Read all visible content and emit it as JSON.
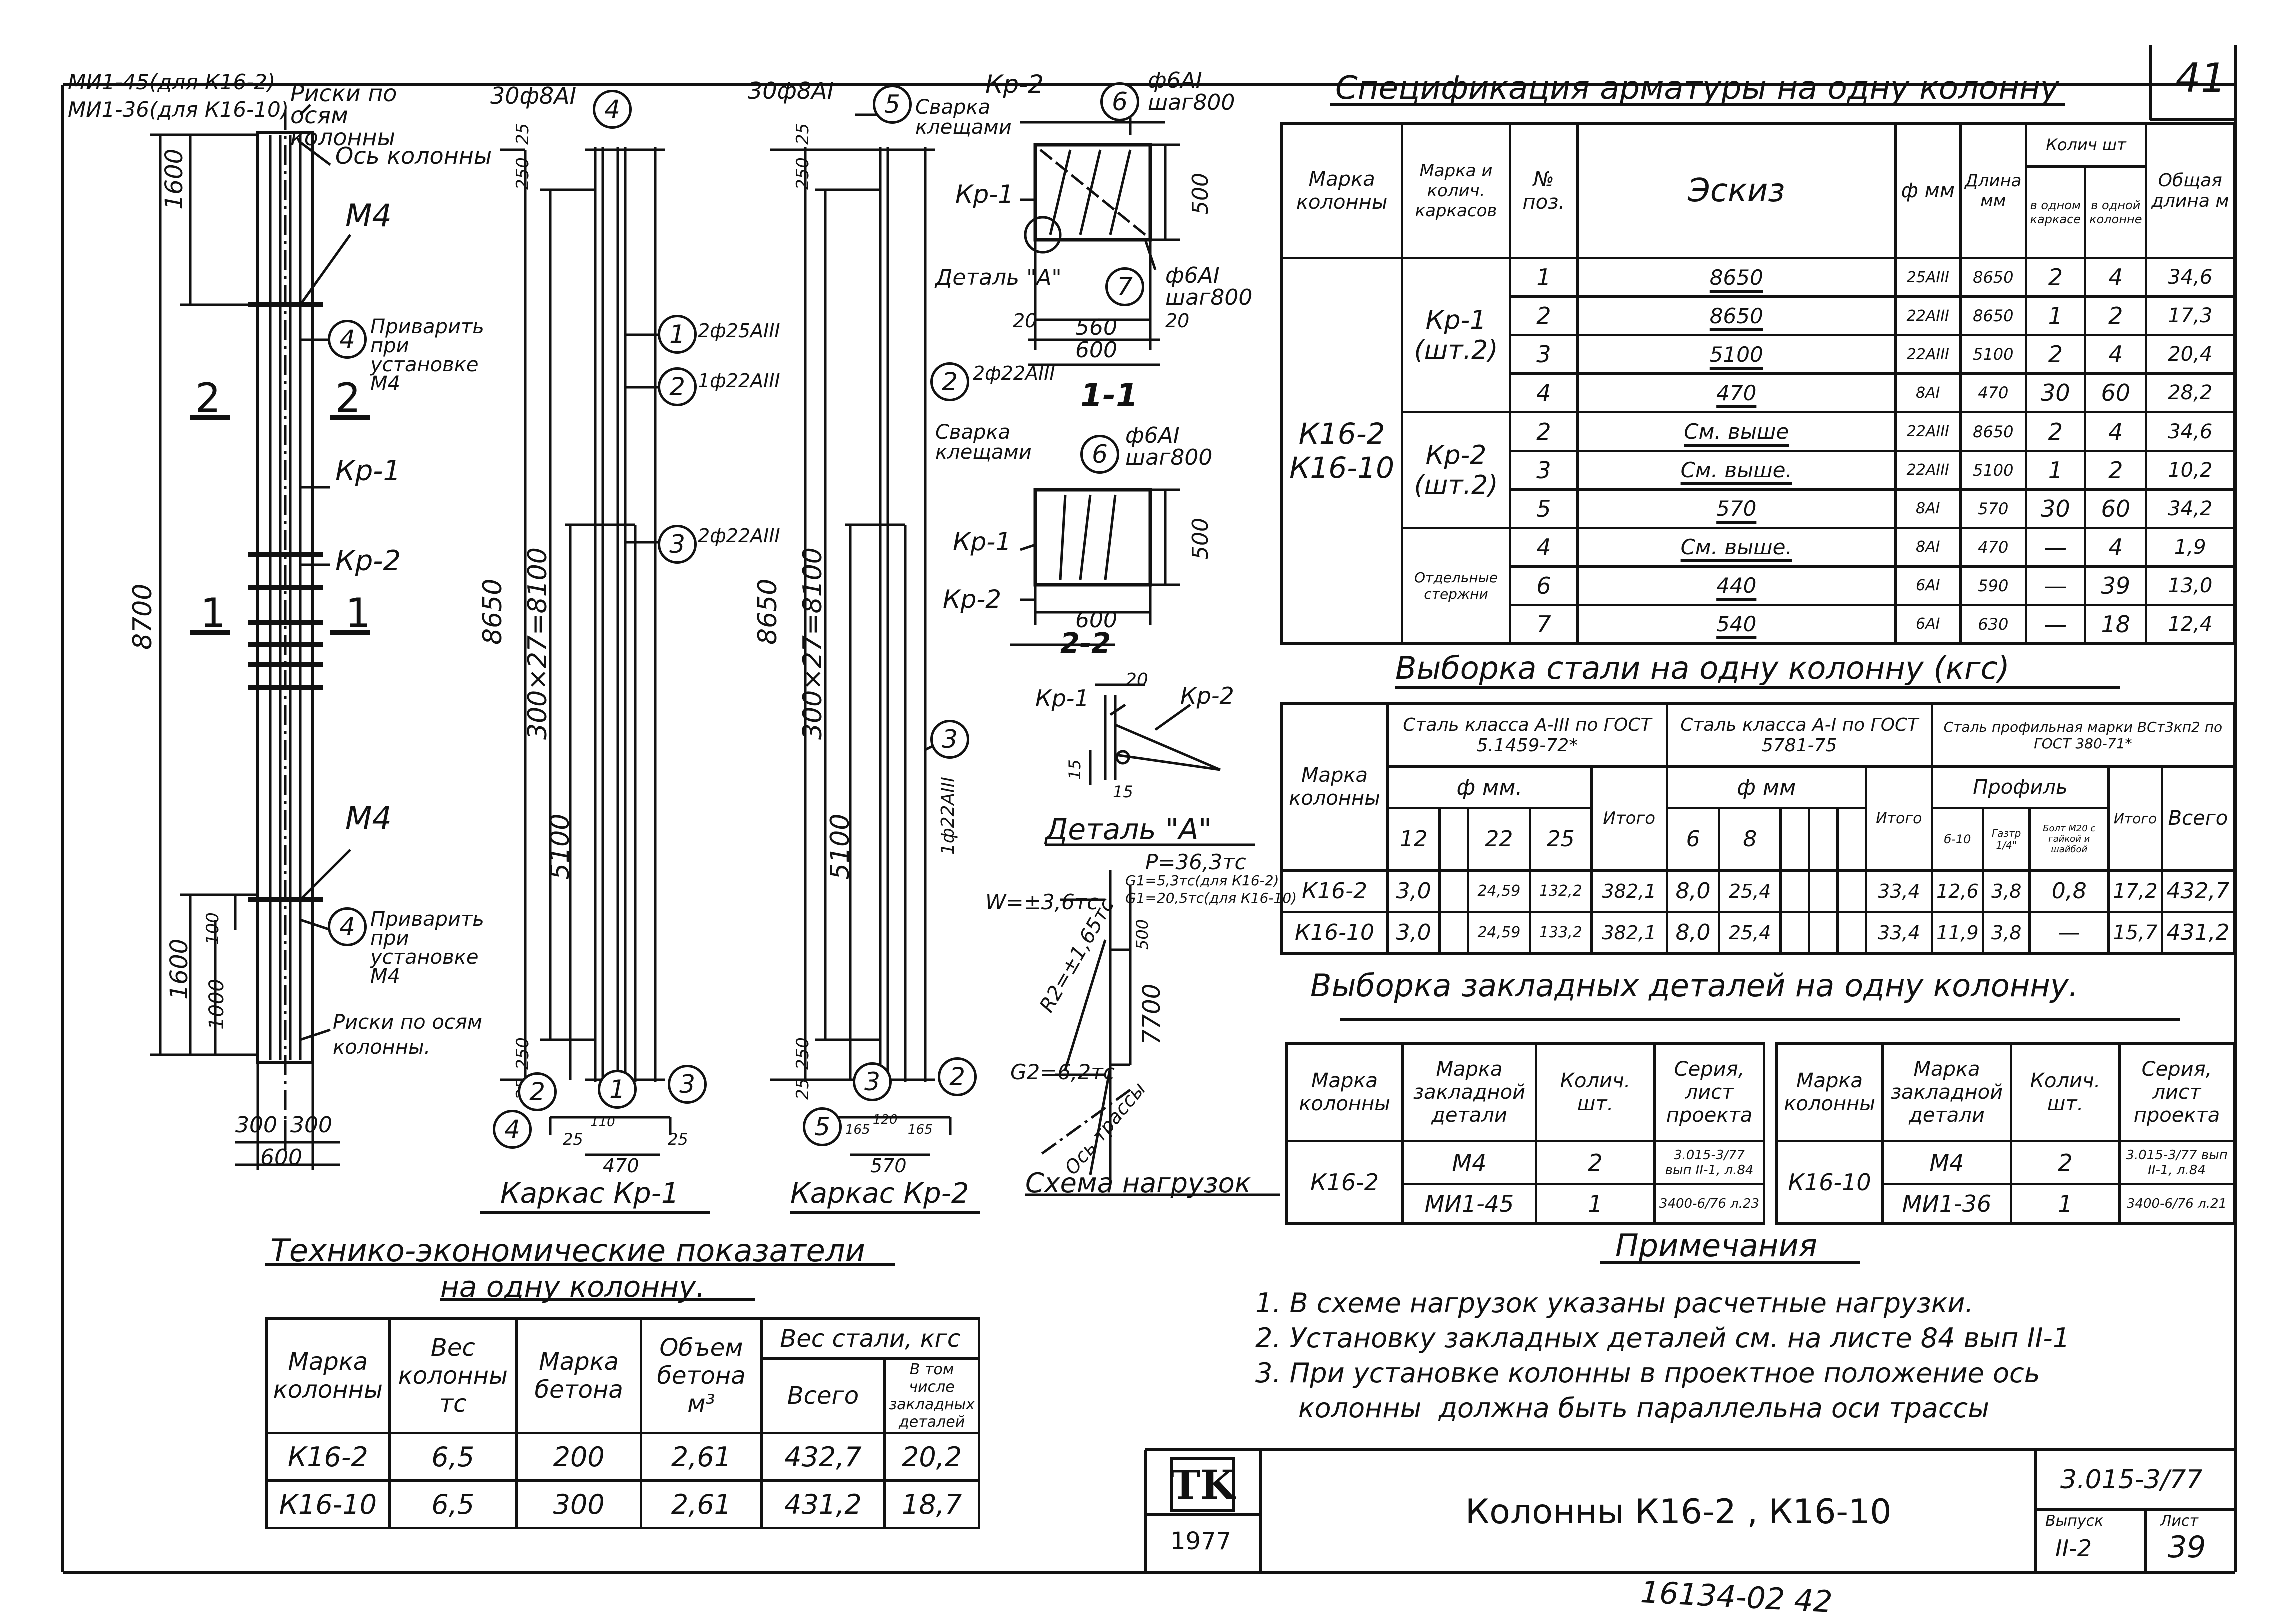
{
  "sheet": {
    "page_number": "41",
    "footer_handwritten": "16134-02  42",
    "stamp_org": "TK",
    "stamp_year": "1977",
    "title": "Колонны К16-2 , К16-10",
    "series": "3.015-3/77",
    "issue_label": "Выпуск",
    "issue_value": "II-2",
    "sheet_label": "Лист",
    "sheet_value": "39"
  },
  "column_elevation": {
    "mark_1": "МИ1-45(для К16-2)",
    "mark_2": "МИ1-36(для К16-10)",
    "risks_top": "Риски по осям колонны",
    "axis": "Ось колонны",
    "m4_top": "М4",
    "weld_top": "Приварить при установке М4",
    "section_2": "2",
    "section_1": "1",
    "kr1": "Кр-1",
    "kr2": "Кр-2",
    "dim_1600_top": "1600",
    "dim_8700": "8700",
    "m4_bottom": "М4",
    "weld_bottom": "Приварить при установке М4",
    "risks_bottom": "Риски по осям колонны.",
    "dim_1600_bot": "1600",
    "dim_1000": "1000",
    "dim_100": "100",
    "dim_300a": "300",
    "dim_300b": "300",
    "dim_600": "600",
    "ref_4": "4"
  },
  "cage1": {
    "title": "Каркас Кр-1",
    "top_bar": "30ф8АI",
    "dim_8650": "8650",
    "dim_pitch": "300×27=8100",
    "dim_5100": "5100",
    "dim_250a": "250",
    "dim_25a": "25",
    "dim_250b": "250",
    "dim_25b": "25",
    "bar1": "2ф25АIII",
    "bar2": "1ф22АIII",
    "bar3": "2ф22АIII",
    "section_dim": "470",
    "section_25a": "25",
    "section_25b": "25",
    "section_110": "110"
  },
  "cage2": {
    "title": "Каркас Кр-2",
    "top_bar": "30ф8АI",
    "dim_8650": "8650",
    "dim_pitch": "300×27=8100",
    "dim_5100": "5100",
    "dim_250a": "250",
    "dim_25a": "25",
    "dim_250b": "250",
    "dim_25b": "25",
    "bar2": "2ф22АIII",
    "bar_side": "1ф22АIII",
    "section_dim": "570",
    "section_165a": "165",
    "section_165b": "165",
    "section_120": "120"
  },
  "section11": {
    "title": "1-1",
    "kr2": "Кр-2",
    "kr1": "Кр-1",
    "weld": "Сварка клещами",
    "ref6": "ф6АI шаг800",
    "ref7": "ф6АI шаг800",
    "detail": "Деталь \"А\"",
    "dim_500": "500",
    "dim_560": "560",
    "dim_600": "600",
    "dim_20a": "20",
    "dim_20b": "20"
  },
  "section22": {
    "title": "2-2",
    "weld": "Сварка клещами",
    "ref6": "ф6АI шаг800",
    "kr1": "Кр-1",
    "kr2": "Кр-2",
    "dim_500": "500",
    "dim_600": "600"
  },
  "detailA": {
    "title": "Деталь \"А\"",
    "kr1": "Кр-1",
    "kr2": "Кр-2",
    "dim_20": "20",
    "dim_15a": "15",
    "dim_15b": "15"
  },
  "loads": {
    "title": "Схема нагрузок",
    "P": "P=36,3тс",
    "G1a": "G1=5,3тс(для К16-2)",
    "G1b": "G1=20,5тс(для К16-10)",
    "W": "W=±3,6тс",
    "R": "R2=±1,65тс",
    "G2": "G2=6,2тс",
    "dim_500": "500",
    "dim_7700": "7700",
    "axis": "Ось трассы"
  },
  "spec": {
    "title": "Спецификация арматуры на одну колонну",
    "headers": [
      "Марка колонны",
      "Марка и колич. каркасов",
      "№ поз.",
      "Эскиз",
      "ф мм",
      "Длина мм",
      "Колич шт",
      "в одном каркасе",
      "в одной колонне",
      "Общая длина м"
    ],
    "col_mark": "К16-2\nК16-10",
    "kr1": "Кр-1\n(шт.2)",
    "kr2": "Кр-2\n(шт.2)",
    "separate": "Отдельные стержни",
    "rows": [
      {
        "pos": "1",
        "sketch": "8650",
        "d": "25АIII",
        "len": "8650",
        "n1": "2",
        "n2": "4",
        "total": "34,6"
      },
      {
        "pos": "2",
        "sketch": "8650",
        "d": "22АIII",
        "len": "8650",
        "n1": "1",
        "n2": "2",
        "total": "17,3"
      },
      {
        "pos": "3",
        "sketch": "5100",
        "d": "22АIII",
        "len": "5100",
        "n1": "2",
        "n2": "4",
        "total": "20,4"
      },
      {
        "pos": "4",
        "sketch": "470",
        "d": "8АI",
        "len": "470",
        "n1": "30",
        "n2": "60",
        "total": "28,2"
      },
      {
        "pos": "2",
        "sketch": "См. выше",
        "d": "22АIII",
        "len": "8650",
        "n1": "2",
        "n2": "4",
        "total": "34,6"
      },
      {
        "pos": "3",
        "sketch": "См. выше.",
        "d": "22АIII",
        "len": "5100",
        "n1": "1",
        "n2": "2",
        "total": "10,2"
      },
      {
        "pos": "5",
        "sketch": "570",
        "d": "8АI",
        "len": "570",
        "n1": "30",
        "n2": "60",
        "total": "34,2"
      },
      {
        "pos": "4",
        "sketch": "См. выше.",
        "d": "8АI",
        "len": "470",
        "n1": "—",
        "n2": "4",
        "total": "1,9"
      },
      {
        "pos": "6",
        "sketch": "440",
        "d": "6АI",
        "len": "590",
        "n1": "—",
        "n2": "39",
        "total": "13,0"
      },
      {
        "pos": "7",
        "sketch": "540",
        "d": "6АI",
        "len": "630",
        "n1": "—",
        "n2": "18",
        "total": "12,4"
      }
    ]
  },
  "steel": {
    "title": "Выборка стали на одну колонну (кгс)",
    "h_mark": "Марка колонны",
    "h_a3": "Сталь класса А-III по ГОСТ 5.1459-72*",
    "h_a1": "Сталь класса А-I по ГОСТ 5781-75",
    "h_prof": "Сталь профильная марки ВСт3кп2 по ГОСТ 380-71*",
    "h_phi_mm": "ф мм.",
    "h_phi_mm2": "ф мм",
    "h_profile": "Профиль",
    "h_12": "12",
    "h_22": "22",
    "h_25": "25",
    "h_itogo": "Итого",
    "h_6": "6",
    "h_8": "8",
    "h_itogo2": "Итого",
    "h_p1": "б-10",
    "h_p2": "Газтр 1/4\"",
    "h_p3": "Болт М20 с гайкой и шайбой",
    "h_itogo3": "Итого",
    "h_total": "Всего",
    "rows": [
      {
        "mark": "К16-2",
        "c12": "3,0",
        "c22": "24,59",
        "c25": "132,2",
        "s1": "382,1",
        "c6": "8,0",
        "c8": "25,4",
        "s2": "33,4",
        "p1": "12,6",
        "p2": "3,8",
        "p3": "0,8",
        "s3": "17,2",
        "total": "432,7"
      },
      {
        "mark": "К16-10",
        "c12": "3,0",
        "c22": "24,59",
        "c25": "133,2",
        "s1": "382,1",
        "c6": "8,0",
        "c8": "25,4",
        "s2": "33,4",
        "p1": "11,9",
        "p2": "3,8",
        "p3": "—",
        "s3": "15,7",
        "total": "431,2"
      }
    ]
  },
  "embedded": {
    "title": "Выборка закладных деталей на одну колонну.",
    "headers": [
      "Марка колонны",
      "Марка закладной детали",
      "Колич. шт.",
      "Серия, лист проекта"
    ],
    "left": {
      "mark": "К16-2",
      "rows": [
        {
          "part": "М4",
          "n": "2",
          "ref": "3.015-3/77 вып II-1, л.84"
        },
        {
          "part": "МИ1-45",
          "n": "1",
          "ref": "3400-6/76 л.23"
        }
      ]
    },
    "right": {
      "mark": "К16-10",
      "rows": [
        {
          "part": "М4",
          "n": "2",
          "ref": "3.015-3/77 вып II-1, л.84"
        },
        {
          "part": "МИ1-36",
          "n": "1",
          "ref": "3400-6/76 л.21"
        }
      ]
    }
  },
  "notes": {
    "title": "Примечания",
    "items": [
      "1.  В схеме нагрузок указаны расчетные нагрузки.",
      "2.  Установку закладных деталей см. на листе 84 вып II-1",
      "3.  При установке колонны в проектное положение ось",
      "     колонны  должна быть параллельна оси трассы"
    ]
  },
  "tei": {
    "title": "Технико-экономические показатели",
    "subtitle": "на одну колонну.",
    "h_mark": "Марка колонны",
    "h_weight": "Вес колонны тс",
    "h_concrete": "Марка бетона",
    "h_volume": "Объем бетона м³",
    "h_steel": "Вес стали, кгс",
    "h_total": "Всего",
    "h_incl": "В том числе закладных деталей",
    "rows": [
      {
        "mark": "К16-2",
        "w": "6,5",
        "c": "200",
        "v": "2,61",
        "t": "432,7",
        "e": "20,2"
      },
      {
        "mark": "К16-10",
        "w": "6,5",
        "c": "300",
        "v": "2,61",
        "t": "431,2",
        "e": "18,7"
      }
    ]
  }
}
